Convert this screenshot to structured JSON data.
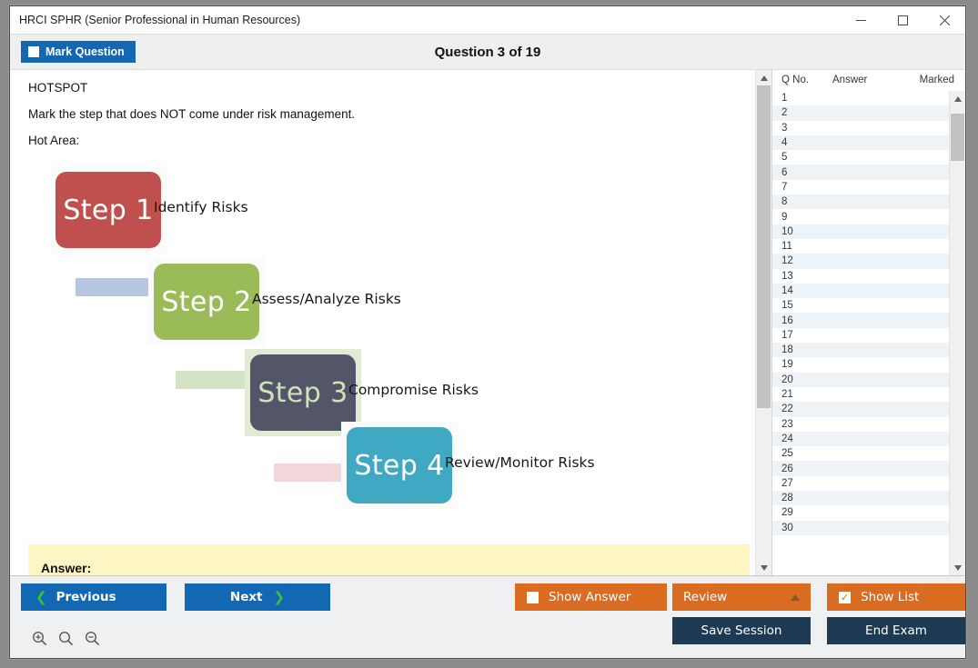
{
  "window": {
    "title": "HRCI SPHR (Senior Professional in Human Resources)",
    "minimize_label": "Minimize",
    "maximize_label": "Maximize",
    "close_label": "Close"
  },
  "header": {
    "mark_question_label": "Mark Question",
    "mark_question_checked": false,
    "question_title": "Question 3 of 19"
  },
  "question": {
    "type_label": "HOTSPOT",
    "prompt": "Mark the step that does NOT come under risk management.",
    "hot_area_label": "Hot Area:",
    "answer_label": "Answer:"
  },
  "diagram": {
    "steps": [
      {
        "box": "Step 1",
        "label": "Identify Risks",
        "color": "#c0504d",
        "text_color": "#ffffff"
      },
      {
        "box": "Step 2",
        "label": "Assess/Analyze Risks",
        "color": "#9bbb59",
        "text_color": "#ffffff"
      },
      {
        "box": "Step 3",
        "label": "Compromise Risks",
        "color": "#525668",
        "text_color": "#cfe3b6"
      },
      {
        "box": "Step 4",
        "label": "Review/Monitor Risks",
        "color": "#3fa9c4",
        "text_color": "#ffffff"
      }
    ],
    "arrow_colors": [
      "#b7c6e0",
      "#d4e3c4",
      "#f2d7da"
    ]
  },
  "list_panel": {
    "columns": [
      "Q No.",
      "Answer",
      "Marked"
    ],
    "rows": [
      {
        "no": "1",
        "answer": "",
        "marked": ""
      },
      {
        "no": "2",
        "answer": "",
        "marked": ""
      },
      {
        "no": "3",
        "answer": "",
        "marked": ""
      },
      {
        "no": "4",
        "answer": "",
        "marked": ""
      },
      {
        "no": "5",
        "answer": "",
        "marked": ""
      },
      {
        "no": "6",
        "answer": "",
        "marked": ""
      },
      {
        "no": "7",
        "answer": "",
        "marked": ""
      },
      {
        "no": "8",
        "answer": "",
        "marked": ""
      },
      {
        "no": "9",
        "answer": "",
        "marked": ""
      },
      {
        "no": "10",
        "answer": "",
        "marked": ""
      },
      {
        "no": "11",
        "answer": "",
        "marked": ""
      },
      {
        "no": "12",
        "answer": "",
        "marked": ""
      },
      {
        "no": "13",
        "answer": "",
        "marked": ""
      },
      {
        "no": "14",
        "answer": "",
        "marked": ""
      },
      {
        "no": "15",
        "answer": "",
        "marked": ""
      },
      {
        "no": "16",
        "answer": "",
        "marked": ""
      },
      {
        "no": "17",
        "answer": "",
        "marked": ""
      },
      {
        "no": "18",
        "answer": "",
        "marked": ""
      },
      {
        "no": "19",
        "answer": "",
        "marked": ""
      },
      {
        "no": "20",
        "answer": "",
        "marked": ""
      },
      {
        "no": "21",
        "answer": "",
        "marked": ""
      },
      {
        "no": "22",
        "answer": "",
        "marked": ""
      },
      {
        "no": "23",
        "answer": "",
        "marked": ""
      },
      {
        "no": "24",
        "answer": "",
        "marked": ""
      },
      {
        "no": "25",
        "answer": "",
        "marked": ""
      },
      {
        "no": "26",
        "answer": "",
        "marked": ""
      },
      {
        "no": "27",
        "answer": "",
        "marked": ""
      },
      {
        "no": "28",
        "answer": "",
        "marked": ""
      },
      {
        "no": "29",
        "answer": "",
        "marked": ""
      },
      {
        "no": "30",
        "answer": "",
        "marked": ""
      }
    ]
  },
  "footer": {
    "previous_label": "Previous",
    "next_label": "Next",
    "show_answer_label": "Show Answer",
    "show_answer_checked": false,
    "review_label": "Review",
    "show_list_label": "Show List",
    "show_list_checked": true,
    "save_session_label": "Save Session",
    "end_exam_label": "End Exam",
    "zoom_in_label": "Zoom In",
    "zoom_reset_label": "Zoom Reset",
    "zoom_out_label": "Zoom Out"
  },
  "colors": {
    "primary_blue": "#1268b3",
    "orange": "#d96c20",
    "navy": "#1d3a52",
    "chevron_green": "#3fbf3f",
    "answer_yellow": "#fdf6c4"
  }
}
